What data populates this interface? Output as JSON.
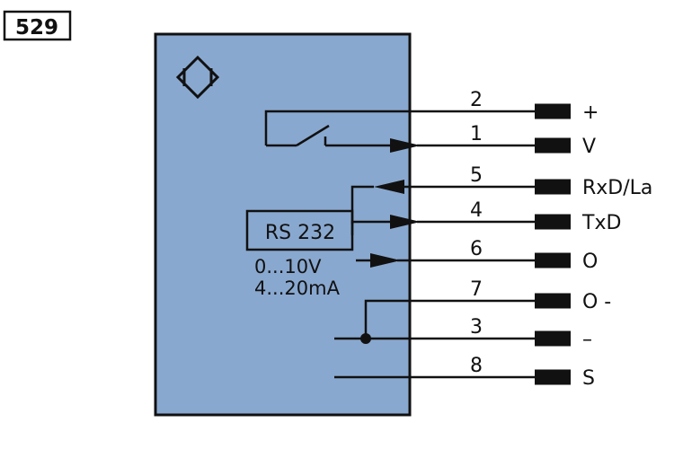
{
  "diagram_number": "529",
  "colors": {
    "sensor_body": "#89A8CF",
    "line": "#111111",
    "background": "#ffffff"
  },
  "sensor": {
    "symbol_icon": "inductive-sensor-diamond-icon",
    "interface_label": "RS 232",
    "analog_label_1": "0...10V",
    "analog_label_2": "4...20mA"
  },
  "pins": [
    {
      "pin": "2",
      "signal": "+"
    },
    {
      "pin": "1",
      "signal": "V"
    },
    {
      "pin": "5",
      "signal": "RxD/La"
    },
    {
      "pin": "4",
      "signal": "TxD"
    },
    {
      "pin": "6",
      "signal": "O"
    },
    {
      "pin": "7",
      "signal": "O -"
    },
    {
      "pin": "3",
      "signal": "–"
    },
    {
      "pin": "8",
      "signal": "S"
    }
  ]
}
